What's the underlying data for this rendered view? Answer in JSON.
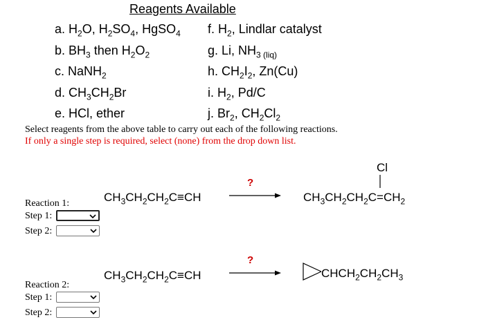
{
  "reagents": {
    "title": "Reagents Available",
    "items": [
      {
        "letter": "a.",
        "parts": [
          [
            "H",
            ""
          ],
          [
            "2",
            "sub"
          ],
          [
            "O, H",
            ""
          ],
          [
            "2",
            "sub"
          ],
          [
            "SO",
            ""
          ],
          [
            "4",
            "sub"
          ],
          [
            ", HgSO",
            ""
          ],
          [
            "4",
            "sub"
          ]
        ]
      },
      {
        "letter": "b.",
        "parts": [
          [
            "BH",
            ""
          ],
          [
            "3",
            "sub"
          ],
          [
            " then H",
            ""
          ],
          [
            "2",
            "sub"
          ],
          [
            "O",
            ""
          ],
          [
            "2",
            "sub"
          ]
        ]
      },
      {
        "letter": "c.",
        "parts": [
          [
            "NaNH",
            ""
          ],
          [
            "2",
            "sub"
          ]
        ]
      },
      {
        "letter": "d.",
        "parts": [
          [
            "CH",
            ""
          ],
          [
            "3",
            "sub"
          ],
          [
            "CH",
            ""
          ],
          [
            "2",
            "sub"
          ],
          [
            "Br",
            ""
          ]
        ]
      },
      {
        "letter": "e.",
        "parts": [
          [
            "HCl, ether",
            ""
          ]
        ]
      },
      {
        "letter": "f.",
        "parts": [
          [
            "H",
            ""
          ],
          [
            "2",
            "sub"
          ],
          [
            ", Lindlar catalyst",
            ""
          ]
        ]
      },
      {
        "letter": "g.",
        "parts": [
          [
            "Li, NH",
            ""
          ],
          [
            "3",
            "sub"
          ],
          [
            " (liq)",
            "sub"
          ]
        ]
      },
      {
        "letter": "h.",
        "parts": [
          [
            "CH",
            ""
          ],
          [
            "2",
            "sub"
          ],
          [
            "I",
            ""
          ],
          [
            "2",
            "sub"
          ],
          [
            ", Zn(Cu)",
            ""
          ]
        ]
      },
      {
        "letter": "i.",
        "parts": [
          [
            "H",
            ""
          ],
          [
            "2",
            "sub"
          ],
          [
            ", Pd/C",
            ""
          ]
        ]
      },
      {
        "letter": "j.",
        "parts": [
          [
            "Br",
            ""
          ],
          [
            "2",
            "sub"
          ],
          [
            ", CH",
            ""
          ],
          [
            "2",
            "sub"
          ],
          [
            "Cl",
            ""
          ],
          [
            "2",
            "sub"
          ]
        ]
      }
    ]
  },
  "instructions": {
    "line1": "Select reagents from the above table to carry out each of the following reactions.",
    "line2": "If only a single step is required, select (none) from the drop down list."
  },
  "reaction1": {
    "label": "Reaction 1:",
    "step1": "Step 1:",
    "step2": "Step 2:",
    "reactant": [
      [
        "CH",
        ""
      ],
      [
        "3",
        "sub"
      ],
      [
        "CH",
        ""
      ],
      [
        "2",
        "sub"
      ],
      [
        "CH",
        ""
      ],
      [
        "2",
        "sub"
      ],
      [
        "C≡CH",
        ""
      ]
    ],
    "question": "?",
    "product_sub": "Cl",
    "product": [
      [
        "CH",
        ""
      ],
      [
        "3",
        "sub"
      ],
      [
        "CH",
        ""
      ],
      [
        "2",
        "sub"
      ],
      [
        "CH",
        ""
      ],
      [
        "2",
        "sub"
      ],
      [
        "C=CH",
        ""
      ],
      [
        "2",
        "sub"
      ]
    ]
  },
  "reaction2": {
    "label": "Reaction 2:",
    "step1": "Step 1:",
    "step2": "Step 2:",
    "reactant": [
      [
        "CH",
        ""
      ],
      [
        "3",
        "sub"
      ],
      [
        "CH",
        ""
      ],
      [
        "2",
        "sub"
      ],
      [
        "CH",
        ""
      ],
      [
        "2",
        "sub"
      ],
      [
        "C≡CH",
        ""
      ]
    ],
    "question": "?",
    "product": [
      [
        "CHCH",
        ""
      ],
      [
        "2",
        "sub"
      ],
      [
        "CH",
        ""
      ],
      [
        "2",
        "sub"
      ],
      [
        "CH",
        ""
      ],
      [
        "3",
        "sub"
      ]
    ]
  }
}
